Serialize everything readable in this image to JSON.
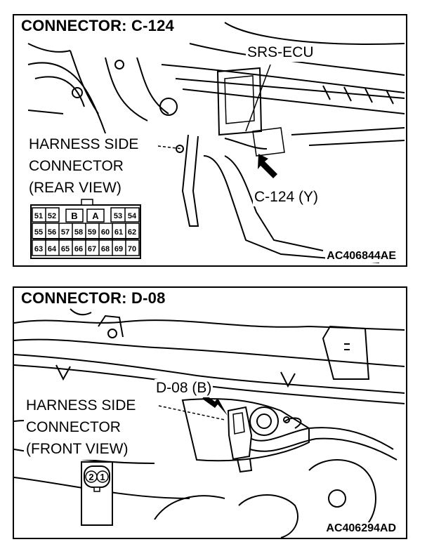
{
  "panel1": {
    "title": "CONNECTOR: C-124",
    "component_label": "SRS-ECU",
    "view_label": [
      "HARNESS SIDE",
      "CONNECTOR",
      "(REAR VIEW)"
    ],
    "connector_callout": "C-124 (Y)",
    "figure_code": "AC406844AE",
    "connector": {
      "keys": [
        "B",
        "A"
      ],
      "row1": [
        "51",
        "52",
        "53",
        "54"
      ],
      "row2": [
        "55",
        "56",
        "57",
        "58",
        "59",
        "60",
        "61",
        "62"
      ],
      "row3": [
        "63",
        "64",
        "65",
        "66",
        "67",
        "68",
        "69",
        "70"
      ]
    }
  },
  "panel2": {
    "title": "CONNECTOR: D-08",
    "connector_callout": "D-08 (B)",
    "view_label": [
      "HARNESS SIDE",
      "CONNECTOR",
      "(FRONT VIEW)"
    ],
    "figure_code": "AC406294AD",
    "connector": {
      "pins": [
        "2",
        "1"
      ]
    }
  }
}
